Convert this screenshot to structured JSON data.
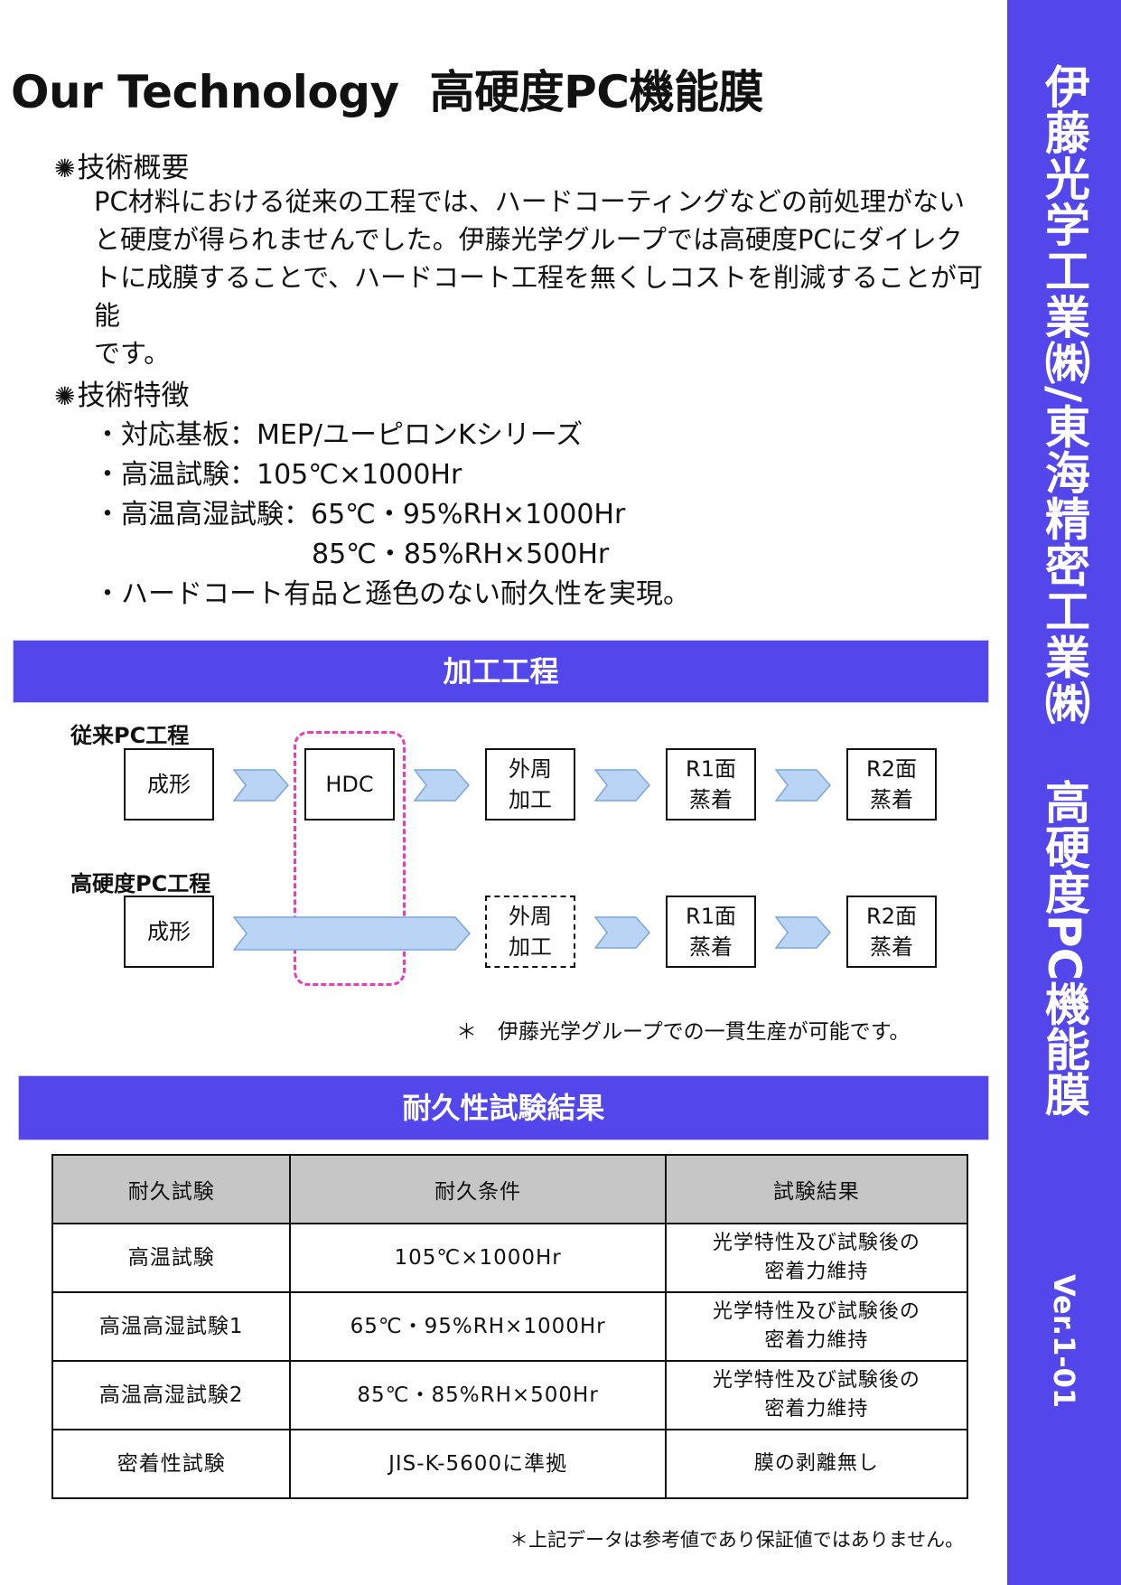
{
  "side": {
    "company": "伊藤光学工業㈱/東海精密工業㈱",
    "product": "高硬度PC機能膜",
    "version": "Ver.1-01"
  },
  "title": {
    "main": "Our Technology",
    "sub": "高硬度PC機能膜"
  },
  "overview": {
    "mark": "✺",
    "heading": "技術概要",
    "lines": [
      "PC材料における従来の工程では、ハードコーティングなどの前処理がない",
      "と硬度が得られませんでした。伊藤光学グループでは高硬度PCにダイレク",
      "トに成膜することで、ハードコート工程を無くしコストを削減することが可能",
      "です。"
    ]
  },
  "features": {
    "mark": "✺",
    "heading": "技術特徴",
    "items": [
      "・対応基板：MEP/ユーピロンKシリーズ",
      "・高温試験：105℃×1000Hr",
      "・高温高湿試験：65℃・95%RH×1000Hr",
      "85℃・85%RH×500Hr",
      "・ハードコート有品と遜色のない耐久性を実現。"
    ]
  },
  "process": {
    "band": "加工工程",
    "conventional": {
      "label": "従来PC工程",
      "steps": [
        "成形",
        "HDC",
        "外周\n加工",
        "R1面\n蒸着",
        "R2面\n蒸着"
      ]
    },
    "hard": {
      "label": "高硬度PC工程",
      "steps": [
        "成形",
        "外周\n加工",
        "R1面\n蒸着",
        "R2面\n蒸着"
      ]
    },
    "note": "＊　伊藤光学グループでの一貫生産が可能です。",
    "highlight_color": "#e33fb9",
    "arrow_color": "#b9d4f5"
  },
  "results": {
    "band": "耐久性試験結果",
    "headers": [
      "耐久試験",
      "耐久条件",
      "試験結果"
    ],
    "rows": [
      [
        "高温試験",
        "105℃×1000Hr",
        "光学特性及び試験後の\n密着力維持"
      ],
      [
        "高温高湿試験1",
        "65℃・95%RH×1000Hr",
        "光学特性及び試験後の\n密着力維持"
      ],
      [
        "高温高湿試験2",
        "85℃・85%RH×500Hr",
        "光学特性及び試験後の\n密着力維持"
      ],
      [
        "密着性試験",
        "JIS-K-5600に準拠",
        "膜の剥離無し"
      ]
    ]
  },
  "footer": "＊上記データは参考値であり保証値ではありません。",
  "colors": {
    "accent": "#5346ea",
    "table_header": "#c6c6c6"
  }
}
